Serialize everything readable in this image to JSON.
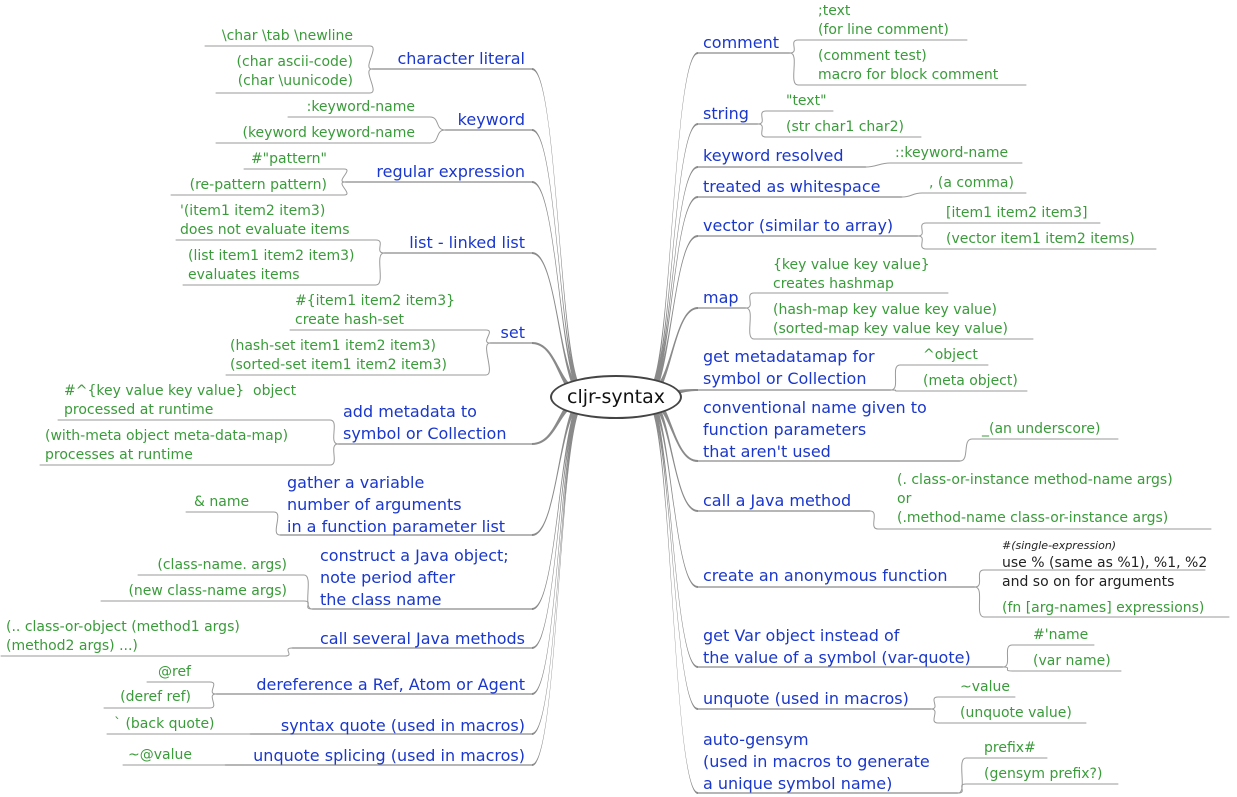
{
  "central": "cljr-syntax",
  "left": [
    {
      "label": "character literal",
      "items": [
        "\\char \\tab \\newline",
        "(char ascii-code)\n(char \\uunicode)"
      ]
    },
    {
      "label": "keyword",
      "items": [
        ":keyword-name",
        "(keyword keyword-name"
      ]
    },
    {
      "label": "regular expression",
      "items": [
        "#\"pattern\"",
        "(re-pattern pattern)"
      ]
    },
    {
      "label": "list - linked list",
      "items": [
        "'(item1 item2 item3)\ndoes not evaluate items",
        "(list item1 item2 item3)\nevaluates items"
      ]
    },
    {
      "label": "set",
      "items": [
        "#{item1 item2 item3}\ncreate hash-set",
        "(hash-set item1 item2 item3)\n(sorted-set item1 item2 item3)"
      ]
    },
    {
      "label": "add metadata to\nsymbol or Collection",
      "items": [
        "#^{key value key value}  object\nprocessed at runtime",
        "(with-meta object meta-data-map)\nprocesses at runtime"
      ]
    },
    {
      "label": "gather a variable\nnumber of arguments\nin a function parameter list",
      "items": [
        "& name"
      ]
    },
    {
      "label": "construct a Java object;\nnote period after\nthe class name",
      "items": [
        "(class-name. args)",
        "(new class-name args)"
      ]
    },
    {
      "label": "call several Java methods",
      "items": [
        "(.. class-or-object (method1 args)\n(method2 args) ...)"
      ]
    },
    {
      "label": "dereference a Ref, Atom or Agent",
      "items": [
        "@ref",
        "(deref ref)"
      ]
    },
    {
      "label": "syntax quote (used in macros)",
      "items": [
        "` (back quote)"
      ]
    },
    {
      "label": "unquote splicing (used in macros)",
      "items": [
        "~@value"
      ]
    }
  ],
  "right": [
    {
      "label": "comment",
      "items": [
        ";text\n(for line comment)",
        "(comment test)\nmacro for block comment"
      ]
    },
    {
      "label": "string",
      "items": [
        "\"text\"",
        "(str char1 char2)"
      ]
    },
    {
      "label": "keyword resolved",
      "items": [
        "::keyword-name"
      ]
    },
    {
      "label": "treated as whitespace",
      "items": [
        ", (a comma)"
      ]
    },
    {
      "label": "vector (similar to array)",
      "items": [
        "[item1 item2 item3]",
        "(vector item1 item2 items)"
      ]
    },
    {
      "label": "map",
      "items": [
        "{key value key value}\ncreates hashmap",
        "(hash-map key value key value)\n(sorted-map key value key value)"
      ]
    },
    {
      "label": "get metadatamap for\nsymbol or Collection",
      "items": [
        "^object",
        "(meta object)"
      ]
    },
    {
      "label": "conventional name given to\nfunction parameters\nthat aren't used",
      "items": [
        "_(an underscore)"
      ]
    },
    {
      "label": "call a Java method",
      "items": [
        "(. class-or-instance method-name args)\nor\n(.method-name class-or-instance args)"
      ]
    },
    {
      "label": "create an anonymous function",
      "items": [
        "#(single-expression)",
        "use % (same as %1), %1, %2\nand so on for arguments",
        "(fn [arg-names] expressions)"
      ]
    },
    {
      "label": "get Var object instead of\nthe value of a symbol (var-quote)",
      "items": [
        "#'name",
        "(var name)"
      ]
    },
    {
      "label": "unquote (used in macros)",
      "items": [
        "~value",
        "(unquote value)"
      ]
    },
    {
      "label": "auto-gensym\n(used in macros to generate\na unique symbol name)",
      "items": [
        "prefix#",
        "(gensym prefix?)"
      ]
    }
  ]
}
